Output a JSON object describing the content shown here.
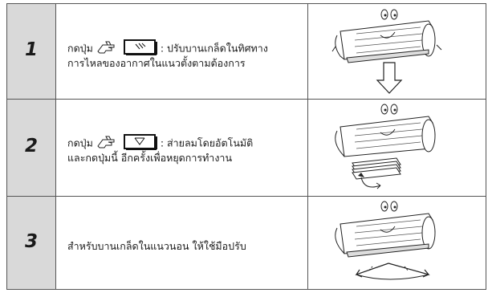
{
  "rows": [
    {
      "number": "1",
      "line1_before": "กดปุ่ม",
      "line1_after": ": ปรับบานเกล็ดในทิศทาง",
      "line2": "การไหลของอากาศในแนวตั้งตามต้องการ",
      "button_icon": "vertical-swing-icon"
    },
    {
      "number": "2",
      "line1_before": "กดปุ่ม",
      "line1_after": ": ส่ายลมโดยอัตโนมัติ",
      "line2": "และกดปุ่มนี้ อีกครั้งเพื่อหยุดการทำงาน",
      "button_icon": "auto-swing-icon"
    },
    {
      "number": "3",
      "line1": "สำหรับบานเกล็ดในแนวนอน ให้ใช้มือปรับ"
    }
  ]
}
